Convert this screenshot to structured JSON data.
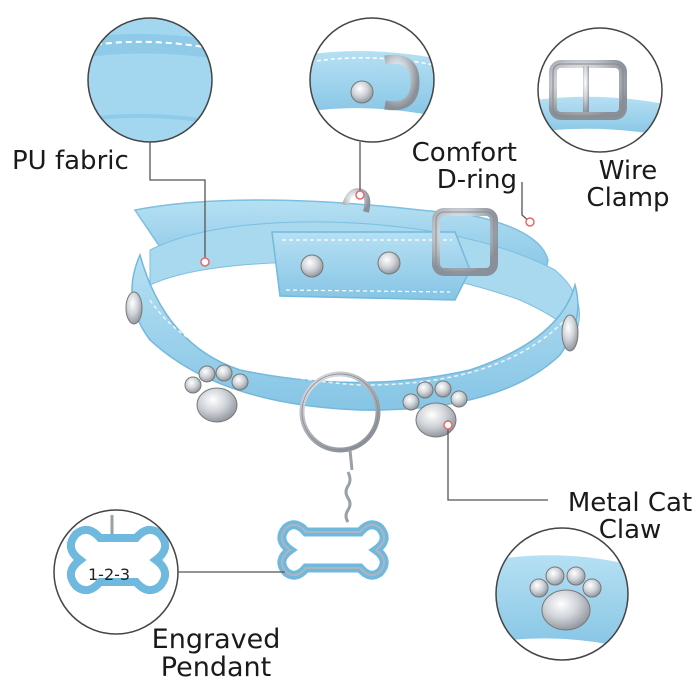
{
  "labels": {
    "pu_fabric": "PU fabric",
    "comfort_dring_line1": "Comfort",
    "comfort_dring_line2": "D-ring",
    "wire_clamp_line1": "Wire",
    "wire_clamp_line2": "Clamp",
    "metal_cat_claw_line1": "Metal Cat",
    "metal_cat_claw_line2": "Claw",
    "engraved_pendant_line1": "Engraved",
    "engraved_pendant_line2": "Pendant"
  },
  "tag_engraving": "1-2-3",
  "colors": {
    "collar_blue": "#9fd3ec",
    "collar_blue_dark": "#7cbfe0",
    "metal": "#c9ccd1",
    "callout_line": "#555555",
    "pin_dot": "#e66a6a"
  }
}
